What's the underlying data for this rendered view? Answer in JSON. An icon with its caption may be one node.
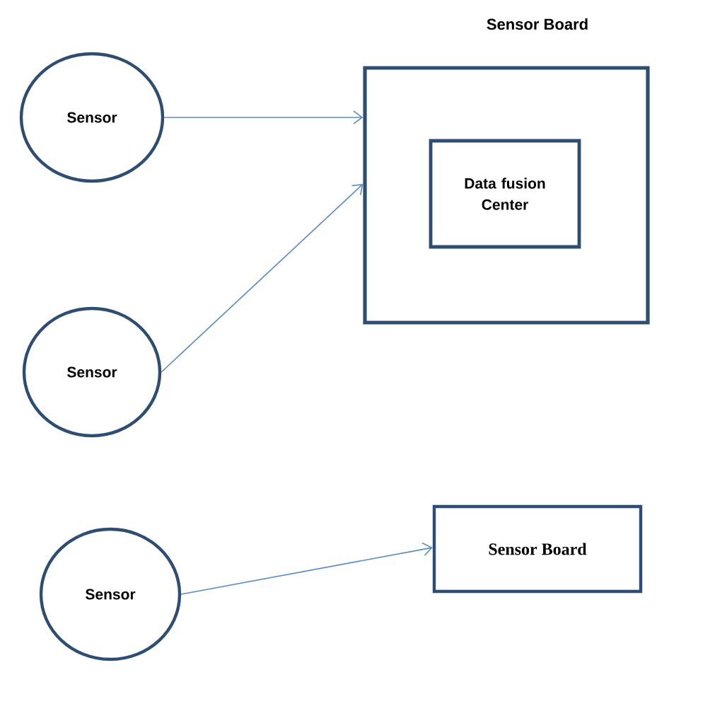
{
  "diagram": {
    "nodes": [
      {
        "text": [
          "Sensor Board"
        ]
      },
      {
        "text": [
          "Data fusion Center"
        ],
        "in": 0
      },
      {
        "text": [
          "Sensor"
        ]
      },
      {
        "text": [
          "Sensor"
        ]
      },
      {
        "text": [
          "Sensor"
        ]
      },
      {
        "text": [
          "Sensor Board"
        ]
      }
    ],
    "edges": [
      {
        "from": 2,
        "to": 0,
        "arrow": "to"
      },
      {
        "from": 3,
        "to": 0,
        "arrow": "to"
      },
      {
        "from": 4,
        "to": 5,
        "arrow": "to"
      }
    ]
  }
}
